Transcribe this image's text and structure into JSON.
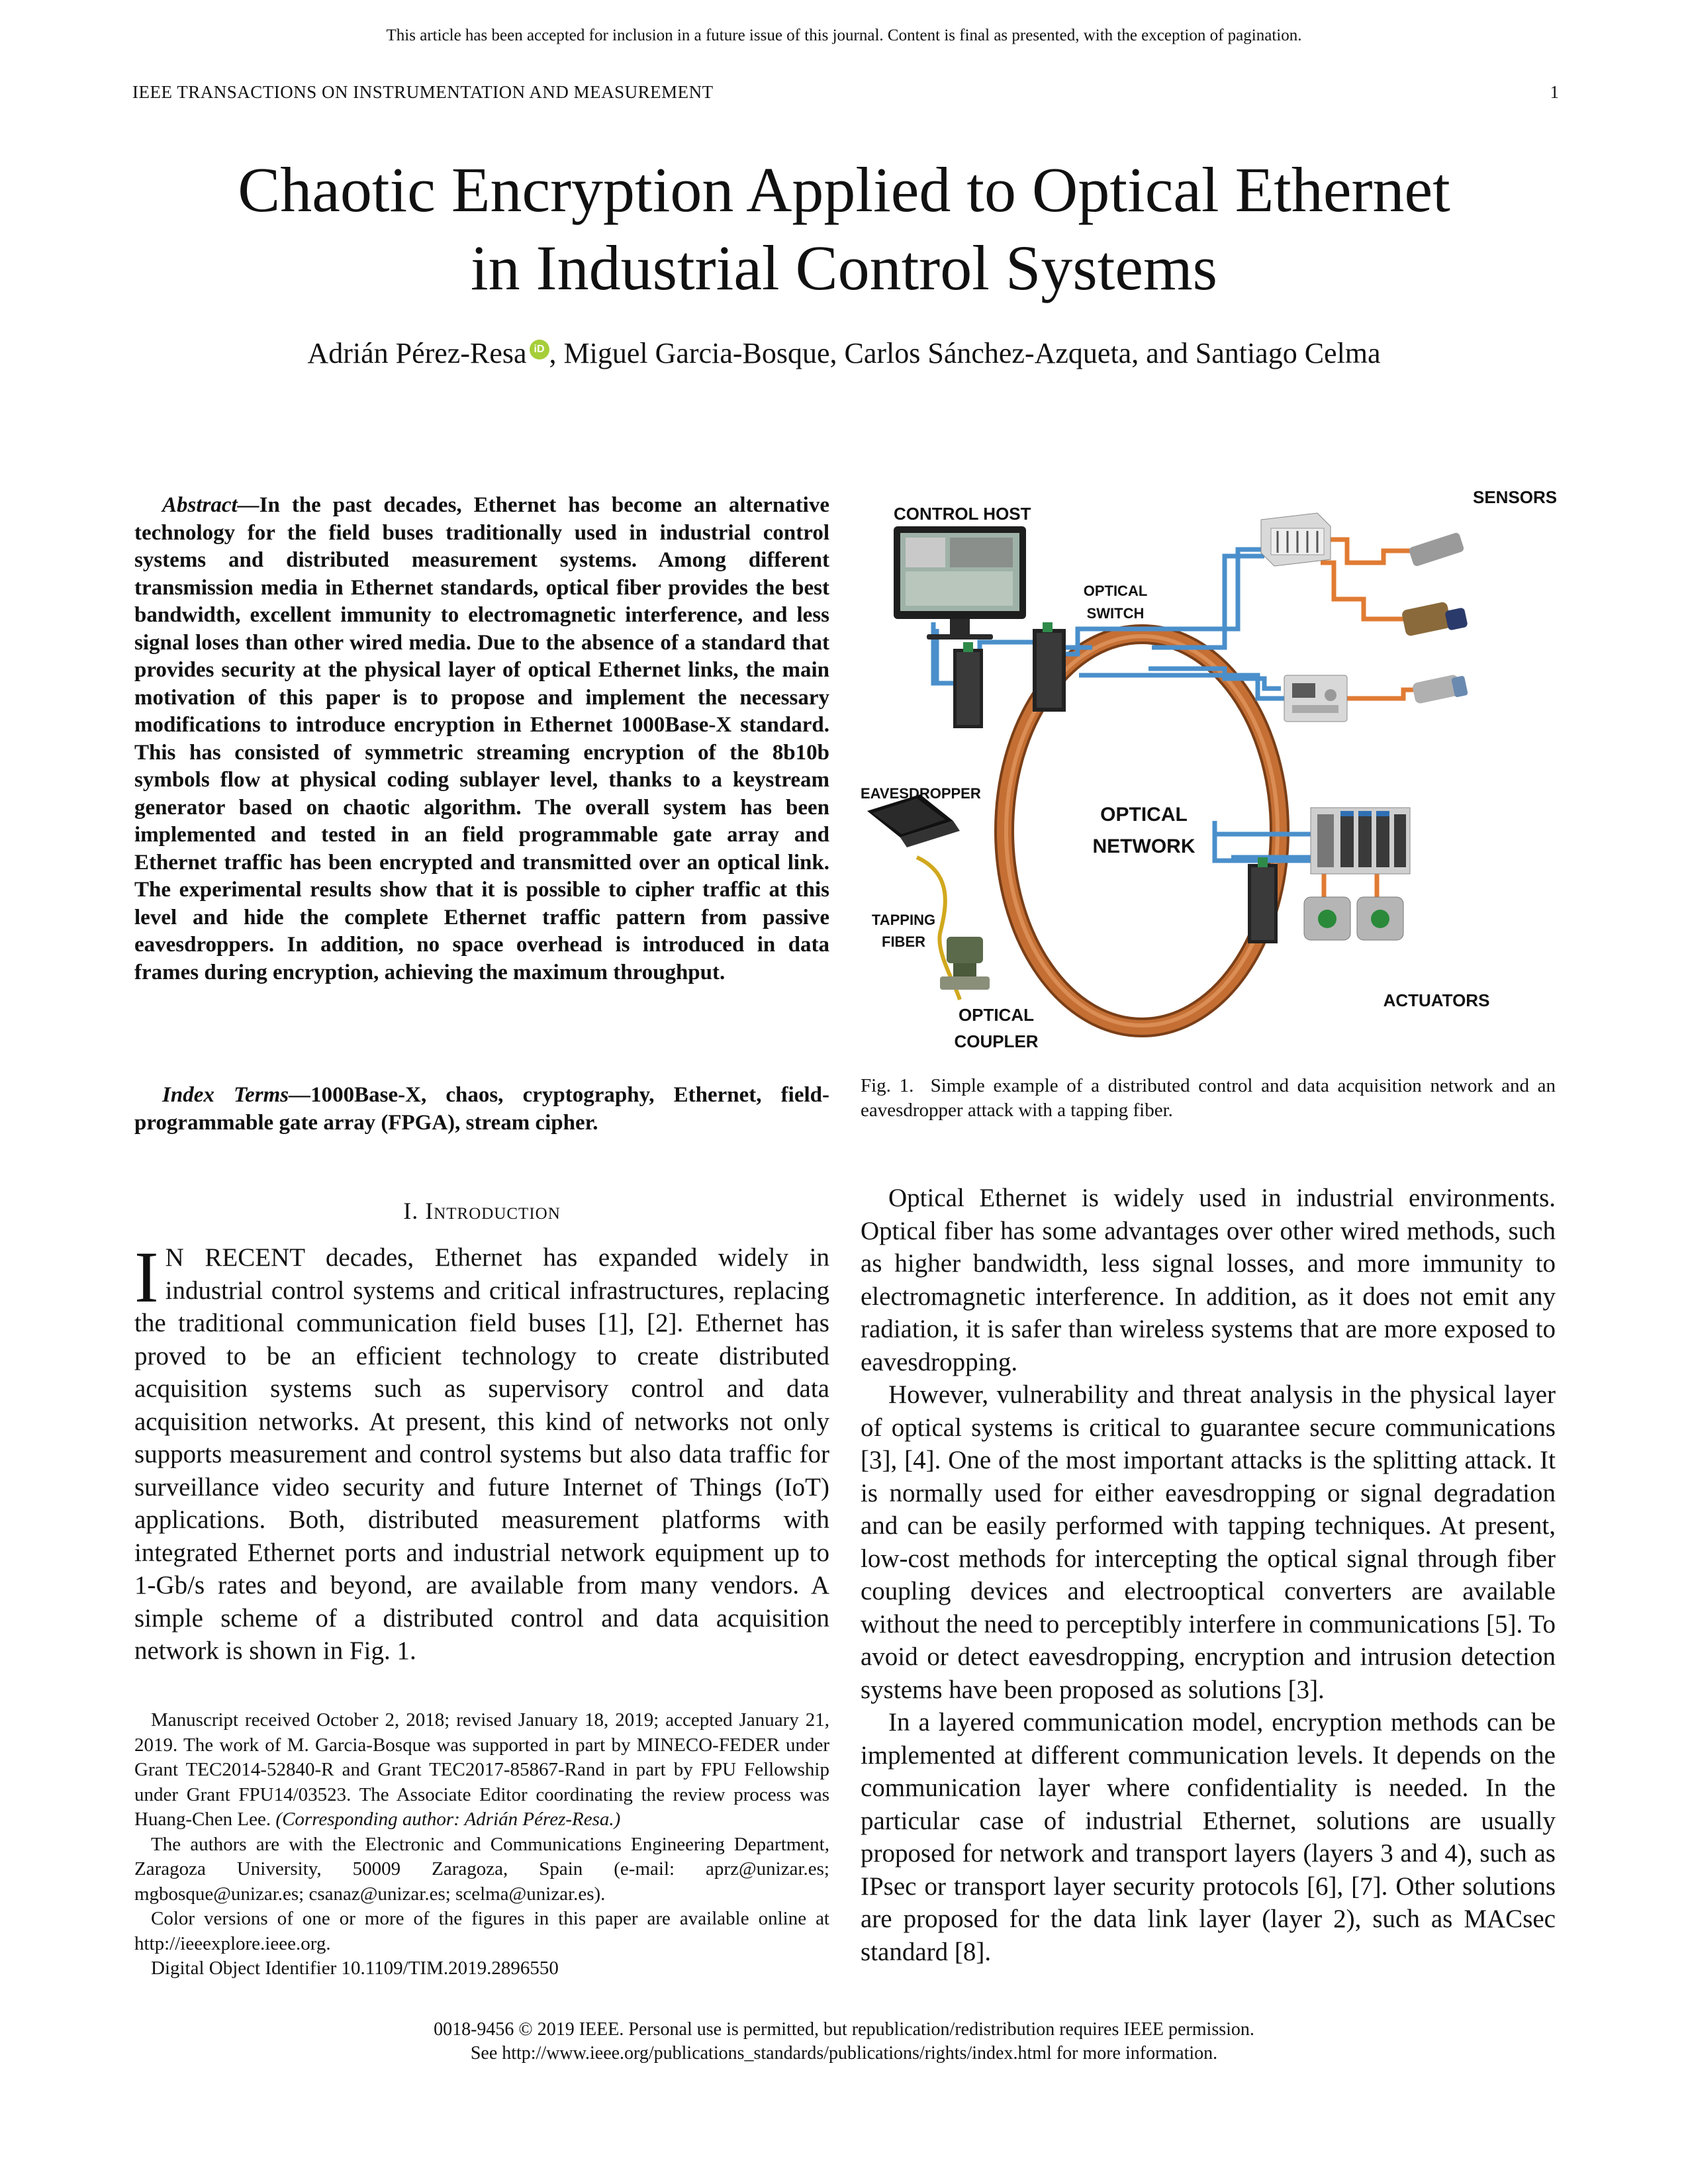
{
  "header": {
    "notice": "This article has been accepted for inclusion in a future issue of this journal. Content is final as presented, with the exception of pagination.",
    "journal": "IEEE TRANSACTIONS ON INSTRUMENTATION AND MEASUREMENT",
    "page_number": "1"
  },
  "paper": {
    "title_line1": "Chaotic Encryption Applied to Optical Ethernet",
    "title_line2": "in Industrial Control Systems",
    "authors_first": "Adrián Pérez-Resa",
    "authors_rest": ", Miguel Garcia-Bosque, Carlos Sánchez-Azqueta, and Santiago Celma",
    "orcid_badge": "iD"
  },
  "abstract": {
    "label": "Abstract—",
    "text": "In the past decades, Ethernet has become an alternative technology for the field buses traditionally used in industrial control systems and distributed measurement systems. Among different transmission media in Ethernet standards, optical fiber provides the best bandwidth, excellent immunity to electromagnetic interference, and less signal loses than other wired media. Due to the absence of a standard that provides security at the physical layer of optical Ethernet links, the main motivation of this paper is to propose and implement the necessary modifications to introduce encryption in Ethernet 1000Base-X standard. This has consisted of symmetric streaming encryption of the 8b10b symbols flow at physical coding sublayer level, thanks to a keystream generator based on chaotic algorithm. The overall system has been implemented and tested in an field programmable gate array and Ethernet traffic has been encrypted and transmitted over an optical link. The experimental results show that it is possible to cipher traffic at this level and hide the complete Ethernet traffic pattern from passive eavesdroppers. In addition, no space overhead is introduced in data frames during encryption, achieving the maximum throughput.",
    "index_label": "Index Terms—",
    "index_terms": "1000Base-X, chaos, cryptography, Ethernet, field-programmable gate array (FPGA), stream cipher."
  },
  "figure": {
    "labels": {
      "control_host": "CONTROL HOST",
      "sensors": "SENSORS",
      "optical_switch_1": "OPTICAL",
      "optical_switch_2": "SWITCH",
      "eavesdropper": "EAVESDROPPER",
      "optical_network_1": "OPTICAL",
      "optical_network_2": "NETWORK",
      "tapping_fiber_1": "TAPPING",
      "tapping_fiber_2": "FIBER",
      "optical_coupler_1": "OPTICAL",
      "optical_coupler_2": "COUPLER",
      "actuators": "ACTUATORS"
    },
    "caption_label": "Fig. 1.",
    "caption_text": "Simple example of a distributed control and data acquisition network and an eavesdropper attack with a tapping fiber."
  },
  "intro": {
    "section_number": "I.",
    "section_title": "Introduction",
    "dropcap": "I",
    "first_word": "N RECENT",
    "left_text": "decades, Ethernet has expanded widely in industrial control systems and critical infrastructures, replacing the traditional communication field buses [1], [2]. Ethernet has proved to be an efficient technology to create distributed acquisition systems such as supervisory control and data acquisition networks. At present, this kind of networks not only supports measurement and control systems but also data traffic for surveillance video security and future Internet of Things (IoT) applications. Both, distributed measurement platforms with integrated Ethernet ports and industrial network equipment up to 1-Gb/s rates and beyond, are available from many vendors. A simple scheme of a distributed control and data acquisition network is shown in Fig. 1.",
    "right_p1": "Optical Ethernet is widely used in industrial environments. Optical fiber has some advantages over other wired methods, such as higher bandwidth, less signal losses, and more immunity to electromagnetic interference. In addition, as it does not emit any radiation, it is safer than wireless systems that are more exposed to eavesdropping.",
    "right_p2": "However, vulnerability and threat analysis in the physical layer of optical systems is critical to guarantee secure communications [3], [4]. One of the most important attacks is the splitting attack. It is normally used for either eavesdropping or signal degradation and can be easily performed with tapping techniques. At present, low-cost methods for intercepting the optical signal through fiber coupling devices and electrooptical converters are available without the need to perceptibly interfere in communications [5]. To avoid or detect eavesdropping, encryption and intrusion detection systems have been proposed as solutions [3].",
    "right_p3": "In a layered communication model, encryption methods can be implemented at different communication levels. It depends on the communication layer where confidentiality is needed. In the particular case of industrial Ethernet, solutions are usually proposed for network and transport layers (layers 3 and 4), such as IPsec or transport layer security protocols [6], [7]. Other solutions are proposed for the data link layer (layer 2), such as MACsec standard [8]."
  },
  "footnotes": {
    "received": "Manuscript received October 2, 2018; revised January 18, 2019; accepted January 21, 2019. The work of M. Garcia-Bosque was supported in part by MINECO-FEDER under Grant TEC2014-52840-R and Grant TEC2017-85867-Rand in part by FPU Fellowship under Grant FPU14/03523. The Associate Editor coordinating the review process was Huang-Chen Lee.",
    "corresponding": "(Corresponding author: Adrián Pérez-Resa.)",
    "affiliation": "The authors are with the Electronic and Communications Engineering Department, Zaragoza University, 50009 Zaragoza, Spain (e-mail: aprz@unizar.es; mgbosque@unizar.es; csanaz@unizar.es; scelma@unizar.es).",
    "color": "Color versions of one or more of the figures in this paper are available online at http://ieeexplore.ieee.org.",
    "doi": "Digital Object Identifier 10.1109/TIM.2019.2896550"
  },
  "footer": {
    "line1": "0018-9456 © 2019 IEEE. Personal use is permitted, but republication/redistribution requires IEEE permission.",
    "line2": "See http://www.ieee.org/publications_standards/publications/rights/index.html for more information."
  },
  "colors": {
    "ring": "#b9652c",
    "blue_link": "#4a8fcb",
    "orange_link": "#e07b33",
    "orcid": "#a6ce39"
  }
}
